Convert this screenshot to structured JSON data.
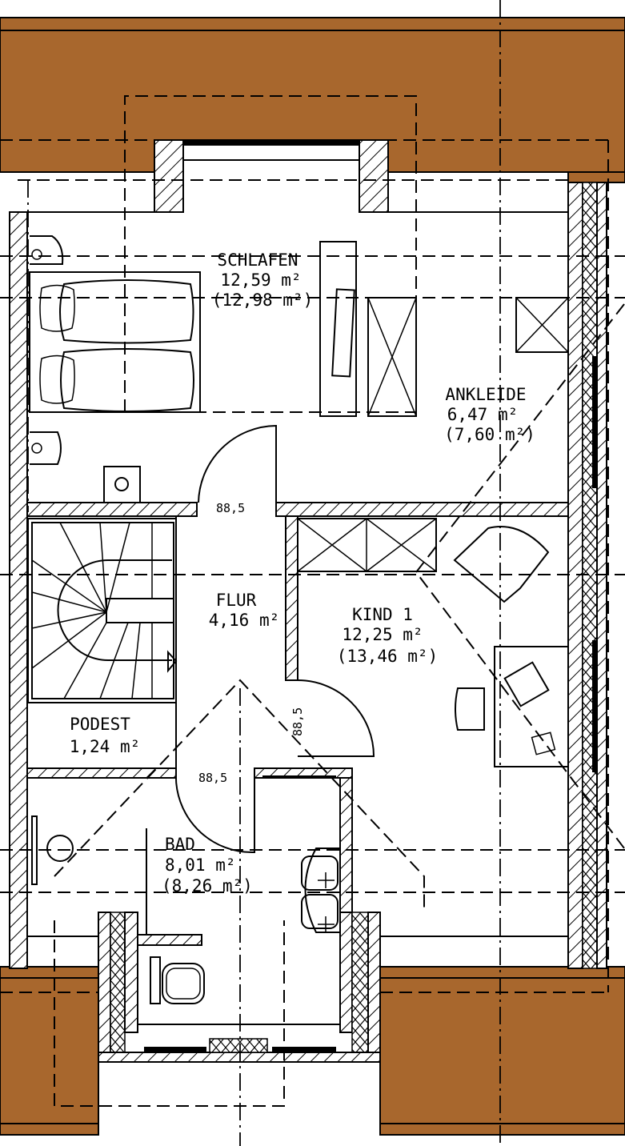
{
  "plan": {
    "colors": {
      "roof": "#A8672D",
      "line": "#000000",
      "background": "#FFFFFF"
    },
    "rooms": [
      {
        "name": "SCHLAFEN",
        "area": "12,59 m²",
        "gross": "(12,98 m²)"
      },
      {
        "name": "ANKLEIDE",
        "area": "6,47 m²",
        "gross": "(7,60 m²)"
      },
      {
        "name": "FLUR",
        "area": "4,16 m²"
      },
      {
        "name": "KIND 1",
        "area": "12,25 m²",
        "gross": "(13,46 m²)"
      },
      {
        "name": "PODEST",
        "area": "1,24 m²"
      },
      {
        "name": "BAD",
        "area": "8,01 m²",
        "gross": "(8,26 m²)"
      }
    ],
    "door_widths": [
      "88,5",
      "88,5",
      "88,5"
    ]
  }
}
